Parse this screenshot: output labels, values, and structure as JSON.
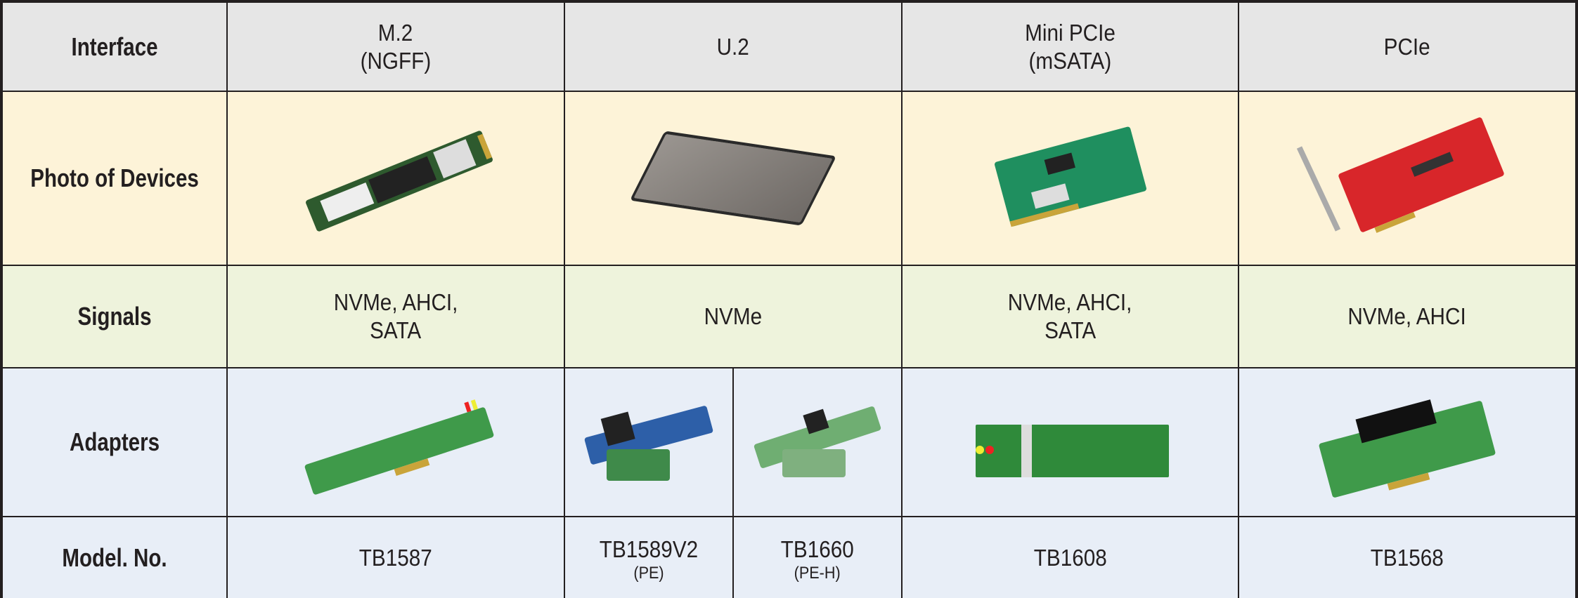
{
  "row_labels": {
    "interface": "Interface",
    "photo": "Photo of Devices",
    "signals": "Signals",
    "adapters": "Adapters",
    "model": "Model. No."
  },
  "columns": [
    {
      "interface_line1": "M.2",
      "interface_line2": "(NGFF)",
      "signals_line1": "NVMe, AHCI,",
      "signals_line2": "SATA",
      "model": "TB1587"
    },
    {
      "interface_line1": "U.2",
      "signals_line1": "NVMe",
      "models": [
        {
          "model": "TB1589V2",
          "variant": "(PE)"
        },
        {
          "model": "TB1660",
          "variant": "(PE-H)"
        }
      ]
    },
    {
      "interface_line1": "Mini PCIe",
      "interface_line2": "(mSATA)",
      "signals_line1": "NVMe, AHCI,",
      "signals_line2": "SATA",
      "model": "TB1608"
    },
    {
      "interface_line1": "PCIe",
      "signals_line1": "NVMe, AHCI",
      "model": "TB1568"
    }
  ],
  "colors": {
    "header": "#e6e6e6",
    "photo_row": "#fdf3d8",
    "signals_row": "#eef3dc",
    "adapter_rows": "#e8eef7",
    "border": "#231f20"
  }
}
